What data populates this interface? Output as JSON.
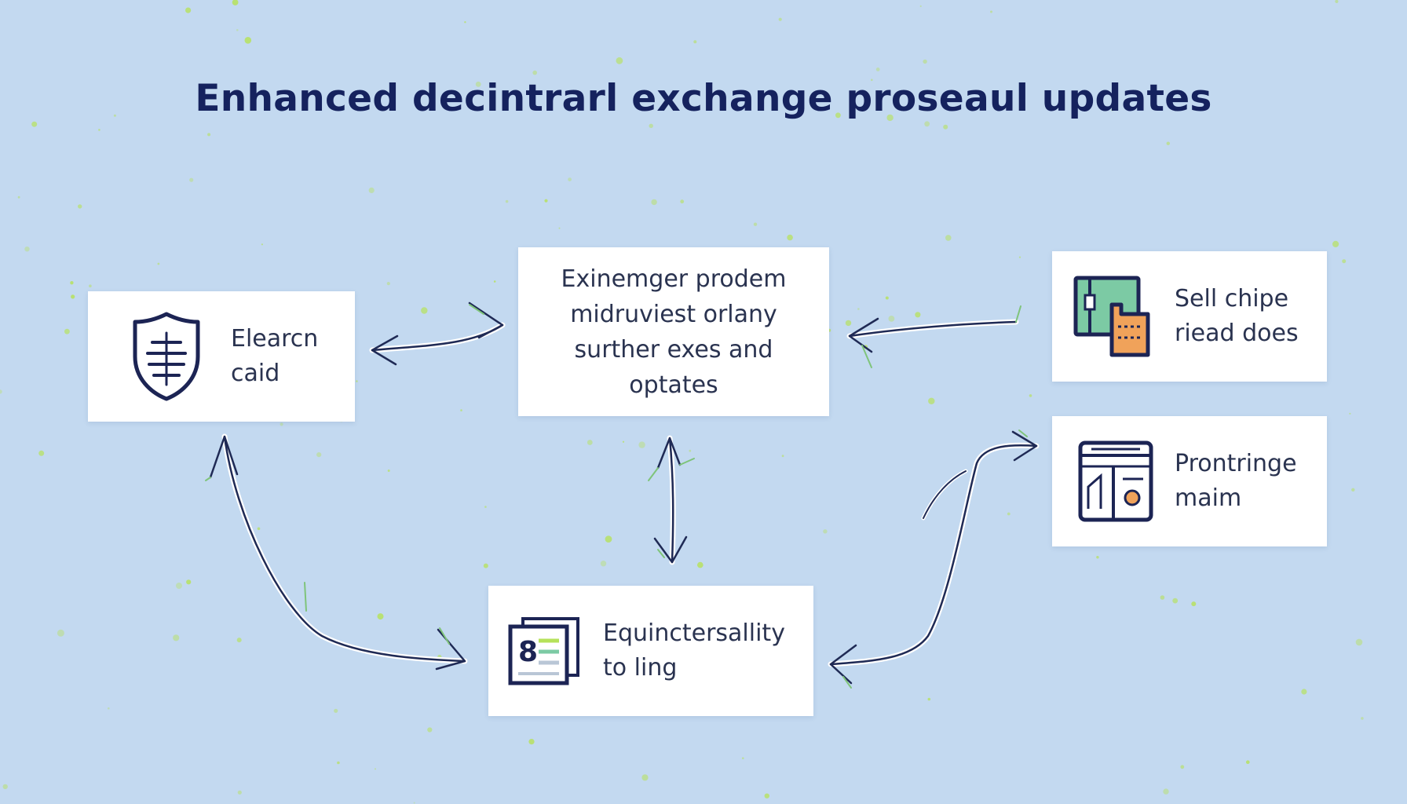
{
  "title": "Enhanced decintrarl exchange proseaul updates",
  "colors": {
    "background": "#c3d9f0",
    "title": "#15225e",
    "icon_stroke": "#1c2454",
    "arrow": "#1f2a55",
    "arrow_accent": "#7fc47a",
    "icon_green": "#7ccaa4",
    "icon_orange": "#f0a25a",
    "dot": "#b6e25a"
  },
  "nodes": {
    "left": {
      "icon": "shield-icon",
      "lines": [
        "Elearcn",
        "caid"
      ]
    },
    "center": {
      "lines": [
        "Exinemger prodem",
        "midruviest orlany",
        "surther exes and",
        "optates"
      ]
    },
    "right_top": {
      "icon": "wallet-hand-icon",
      "lines": [
        "Sell chipe",
        "riead does"
      ]
    },
    "right_bottom": {
      "icon": "dashboard-icon",
      "lines": [
        "Prontringe",
        "maim"
      ]
    },
    "bottom": {
      "icon": "document-stack-icon",
      "lines": [
        "Equinctersallity",
        "to ling"
      ]
    }
  }
}
